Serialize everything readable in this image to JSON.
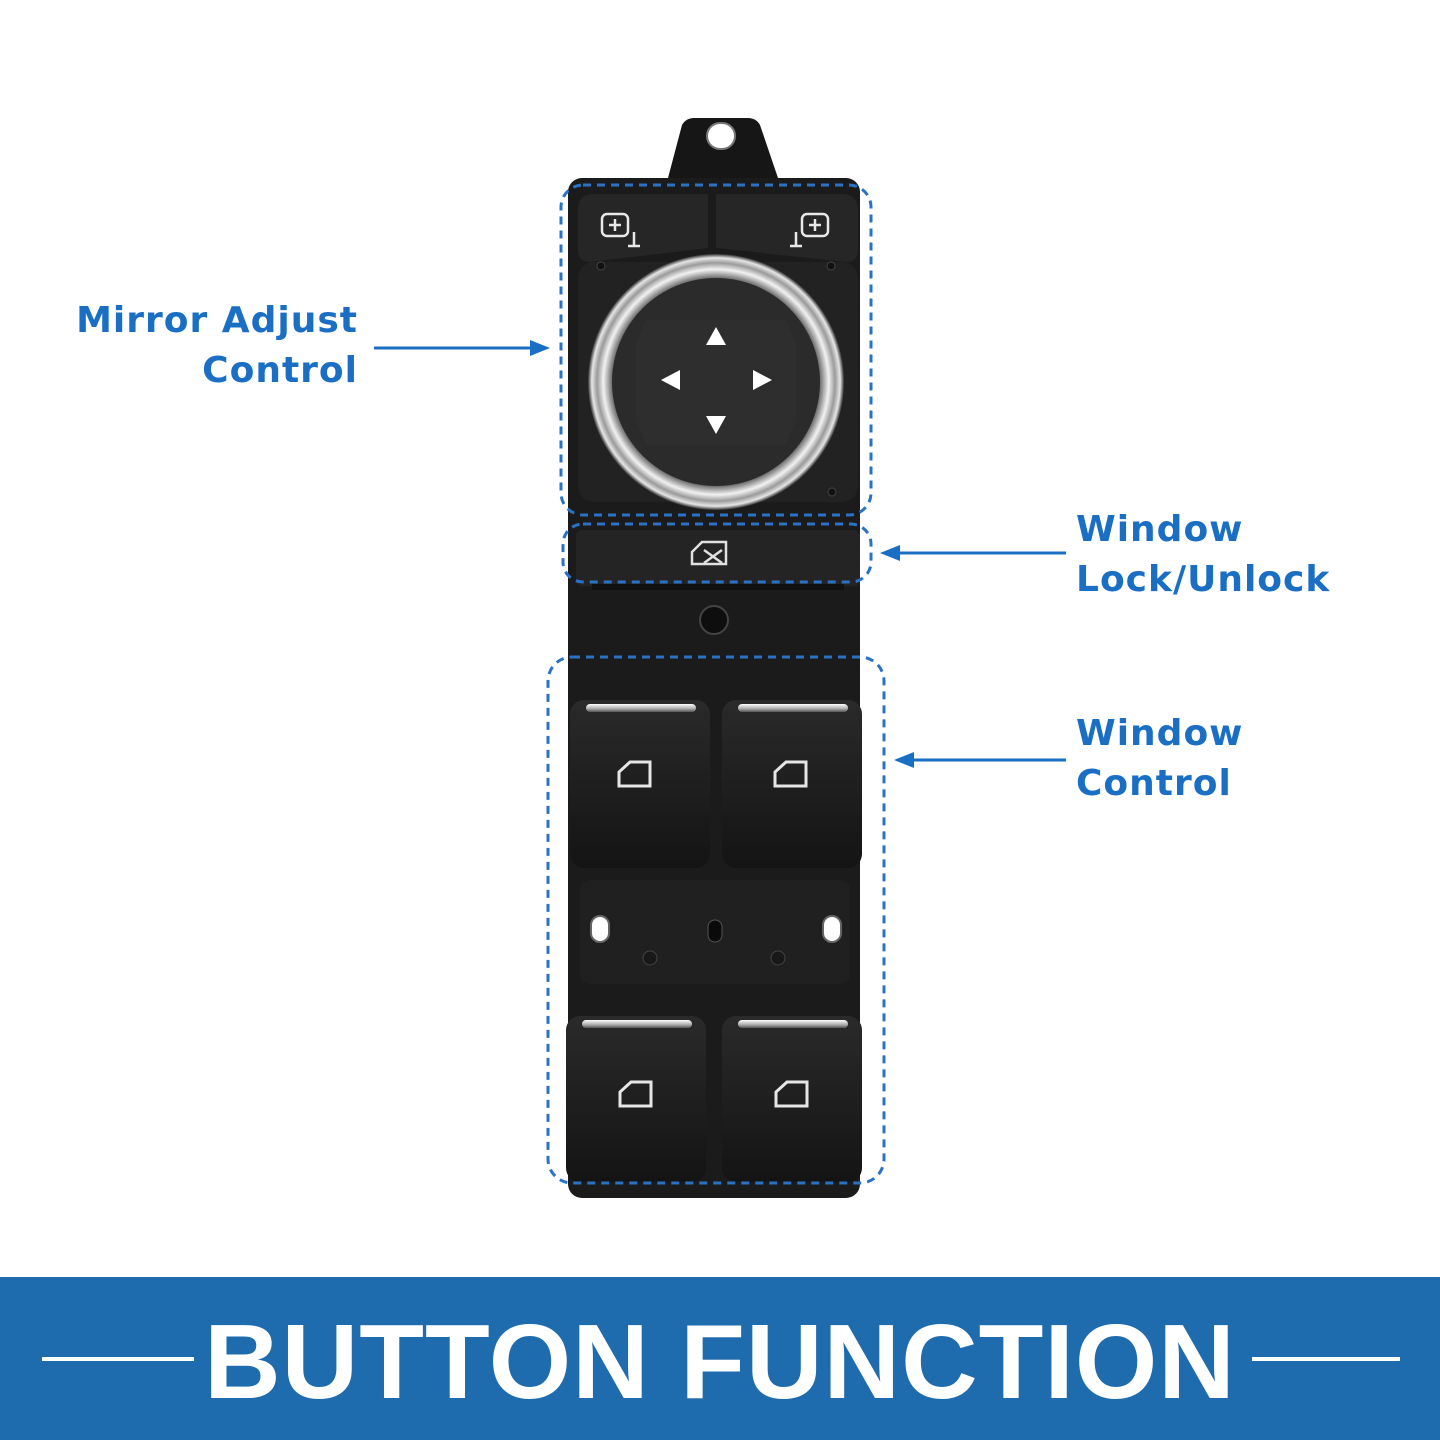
{
  "labels": {
    "mirror": [
      "Mirror Adjust",
      "Control"
    ],
    "lock": [
      "Window",
      "Lock/Unlock"
    ],
    "window": [
      "Window",
      "Control"
    ]
  },
  "banner": {
    "title": "BUTTON FUNCTION"
  },
  "colors": {
    "accent": "#1a6fc4",
    "banner": "#1e6bae",
    "switch_body": "#1b1b1b"
  },
  "icons": [
    "mirror-left-icon",
    "mirror-right-icon",
    "arrow-up-icon",
    "arrow-left-icon",
    "arrow-right-icon",
    "arrow-down-icon",
    "window-lock-icon",
    "window-icon"
  ]
}
